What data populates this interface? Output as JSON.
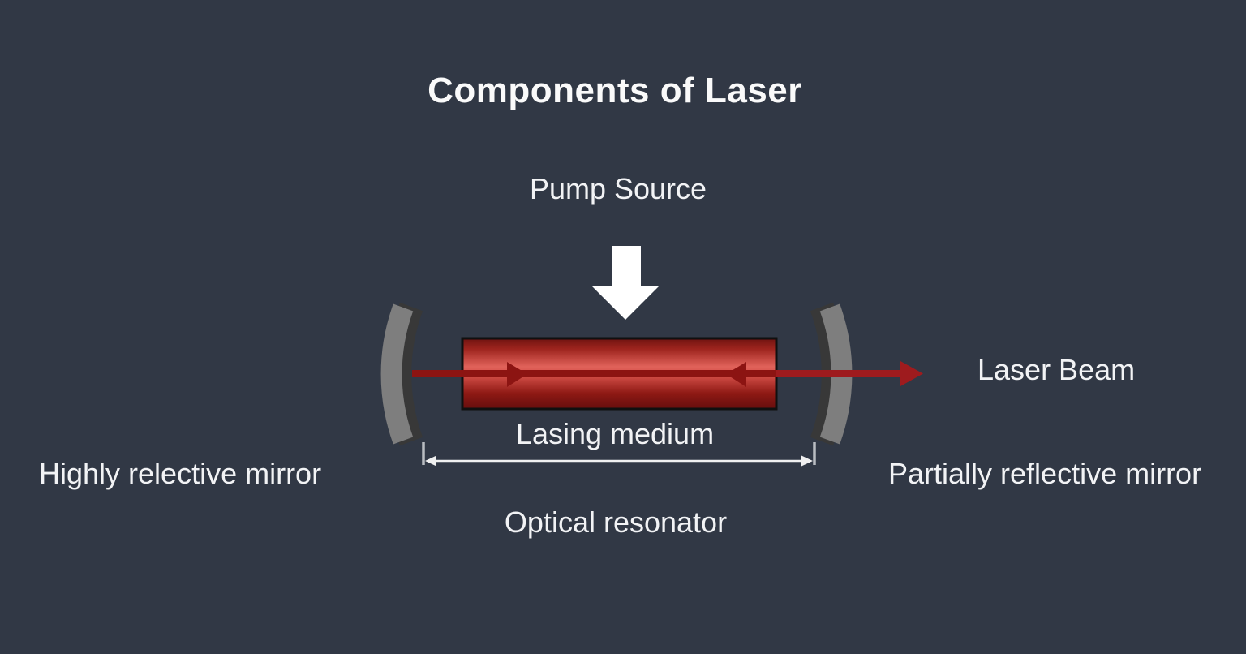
{
  "title": "Components of Laser",
  "labels": {
    "pump_source": "Pump Source",
    "laser_beam": "Laser Beam",
    "lasing_medium": "Lasing medium",
    "highly_reflective_mirror": "Highly relective mirror",
    "partially_reflective_mirror": "Partially reflective mirror",
    "optical_resonator": "Optical resonator"
  },
  "colors": {
    "background": "#313845",
    "text": "#f2f3f5",
    "title_text": "#fafafa",
    "pump_arrow": "#ffffff",
    "mirror_light": "#7e7e7e",
    "mirror_dark": "#383838",
    "beam_dark": "#8c1412",
    "beam_bright": "#9e1b1e",
    "cylinder_border": "#101010",
    "measure_line": "#f0f0f0",
    "measure_tick": "#b9bcc1",
    "cylinder_gradient": [
      "#6f1310",
      "#9e241e",
      "#e0625a",
      "#d44f48",
      "#8e1914",
      "#670e0d"
    ]
  }
}
